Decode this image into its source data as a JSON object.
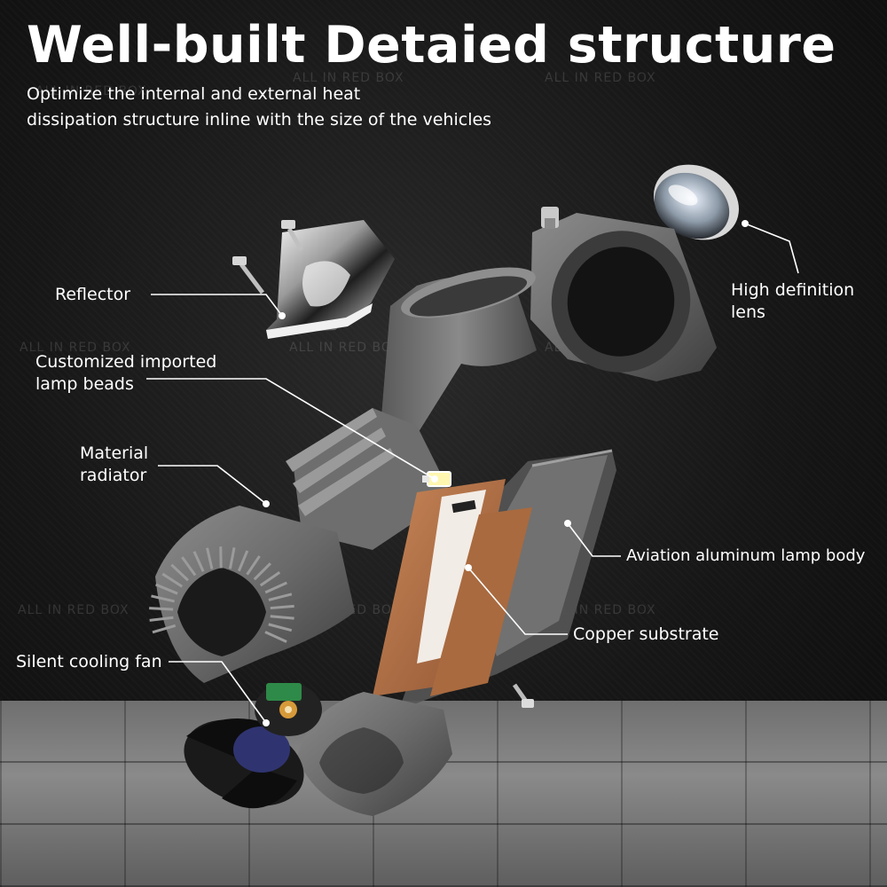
{
  "title": "Well-built Detaied structure",
  "subtitle": {
    "line1": "Optimize the internal and external heat",
    "line2": "dissipation structure inline with the size of the vehicles"
  },
  "labels": {
    "reflector": "Reflector",
    "lens": {
      "line1": "High definition",
      "line2": "lens"
    },
    "lamp_beads": {
      "line1": "Customized imported",
      "line2": "lamp beads"
    },
    "radiator": {
      "line1": "Material",
      "line2": "radiator"
    },
    "lamp_body": "Aviation aluminum lamp body",
    "copper": "Copper substrate",
    "fan": "Silent cooling fan"
  },
  "watermark": "ALL IN RED BOX",
  "colors": {
    "text": "#ffffff",
    "aluminum": "#6c6c6c",
    "copper": "#b87448",
    "led": "#fff7b0",
    "fan_hub": "#2f3470"
  }
}
